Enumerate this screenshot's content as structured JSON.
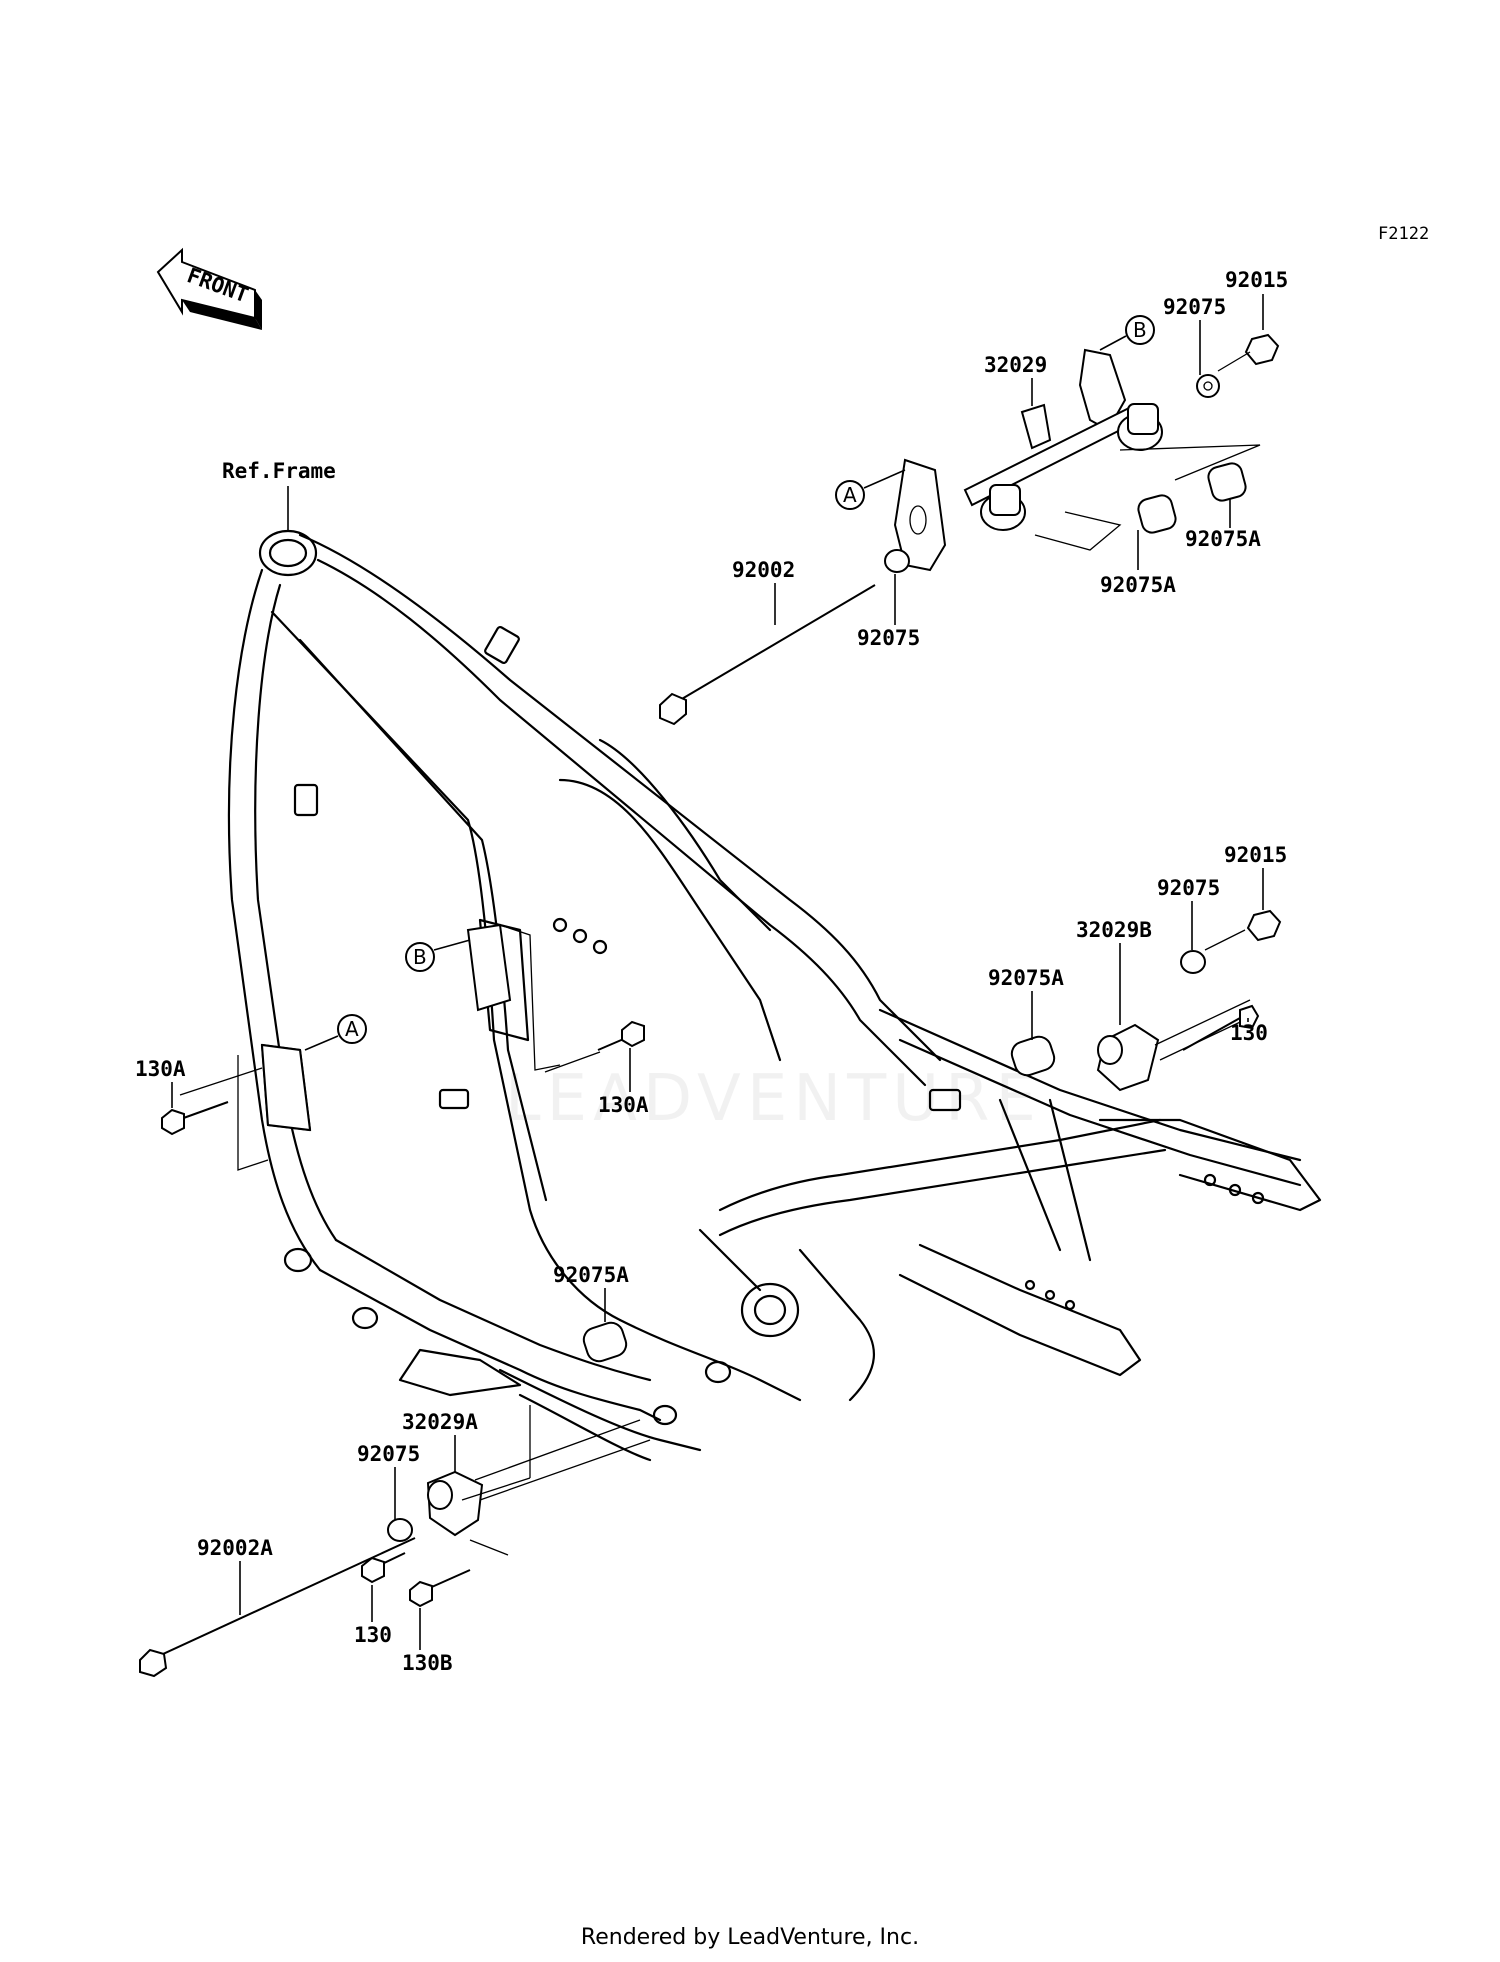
{
  "figure_code": "F2122",
  "front_label": "FRONT",
  "ref_frame_label": "Ref.Frame",
  "watermark_text": "LEADVENTURE",
  "callouts": {
    "a_upper": "A",
    "b_upper": "B",
    "a_lower": "A",
    "b_lower": "B"
  },
  "labels": {
    "p92015_top": "92015",
    "p92075_top": "92075",
    "p32029": "32029",
    "p92075A_right": "92075A",
    "p92075A_mid": "92075A",
    "p92002": "92002",
    "p92075_mid": "92075",
    "p92015_right": "92015",
    "p92075_right": "92075",
    "p32029B": "32029B",
    "p92075A_right2": "92075A",
    "p130_right": "130",
    "p130A_left": "130A",
    "p130A_center": "130A",
    "p92075A_bottom": "92075A",
    "p32029A": "32029A",
    "p92075_bottom": "92075",
    "p92002A": "92002A",
    "p130_bottom": "130",
    "p130B": "130B"
  },
  "footer": "Rendered by LeadVenture, Inc."
}
